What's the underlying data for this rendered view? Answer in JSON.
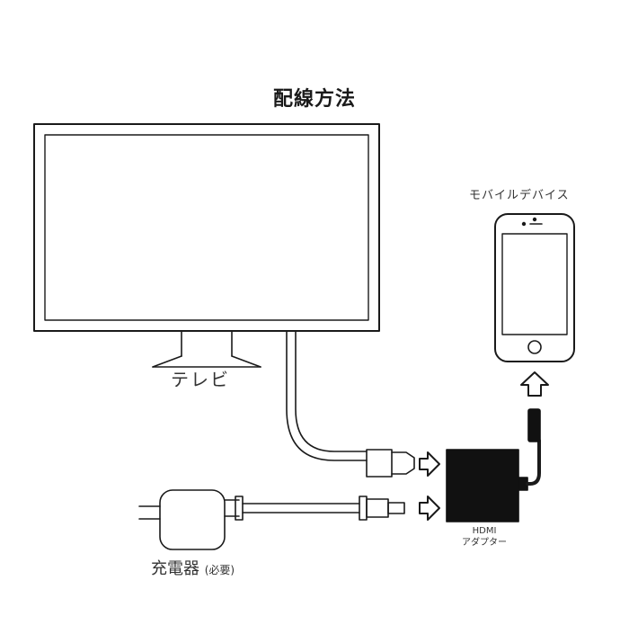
{
  "title": "配線方法",
  "labels": {
    "tv": "テレビ",
    "mobile_device": "モバイルデバイス",
    "adapter_line1": "HDMI",
    "adapter_line2": "アダプター",
    "charger": "充電器",
    "charger_note": "(必要)"
  },
  "colors": {
    "line": "#1a1a1a",
    "adapter_fill": "#111111",
    "background": "#ffffff"
  },
  "icons": [
    "television-icon",
    "smartphone-icon",
    "hdmi-adapter-icon",
    "usb-charger-icon",
    "arrow-right-icon",
    "arrow-up-icon"
  ]
}
